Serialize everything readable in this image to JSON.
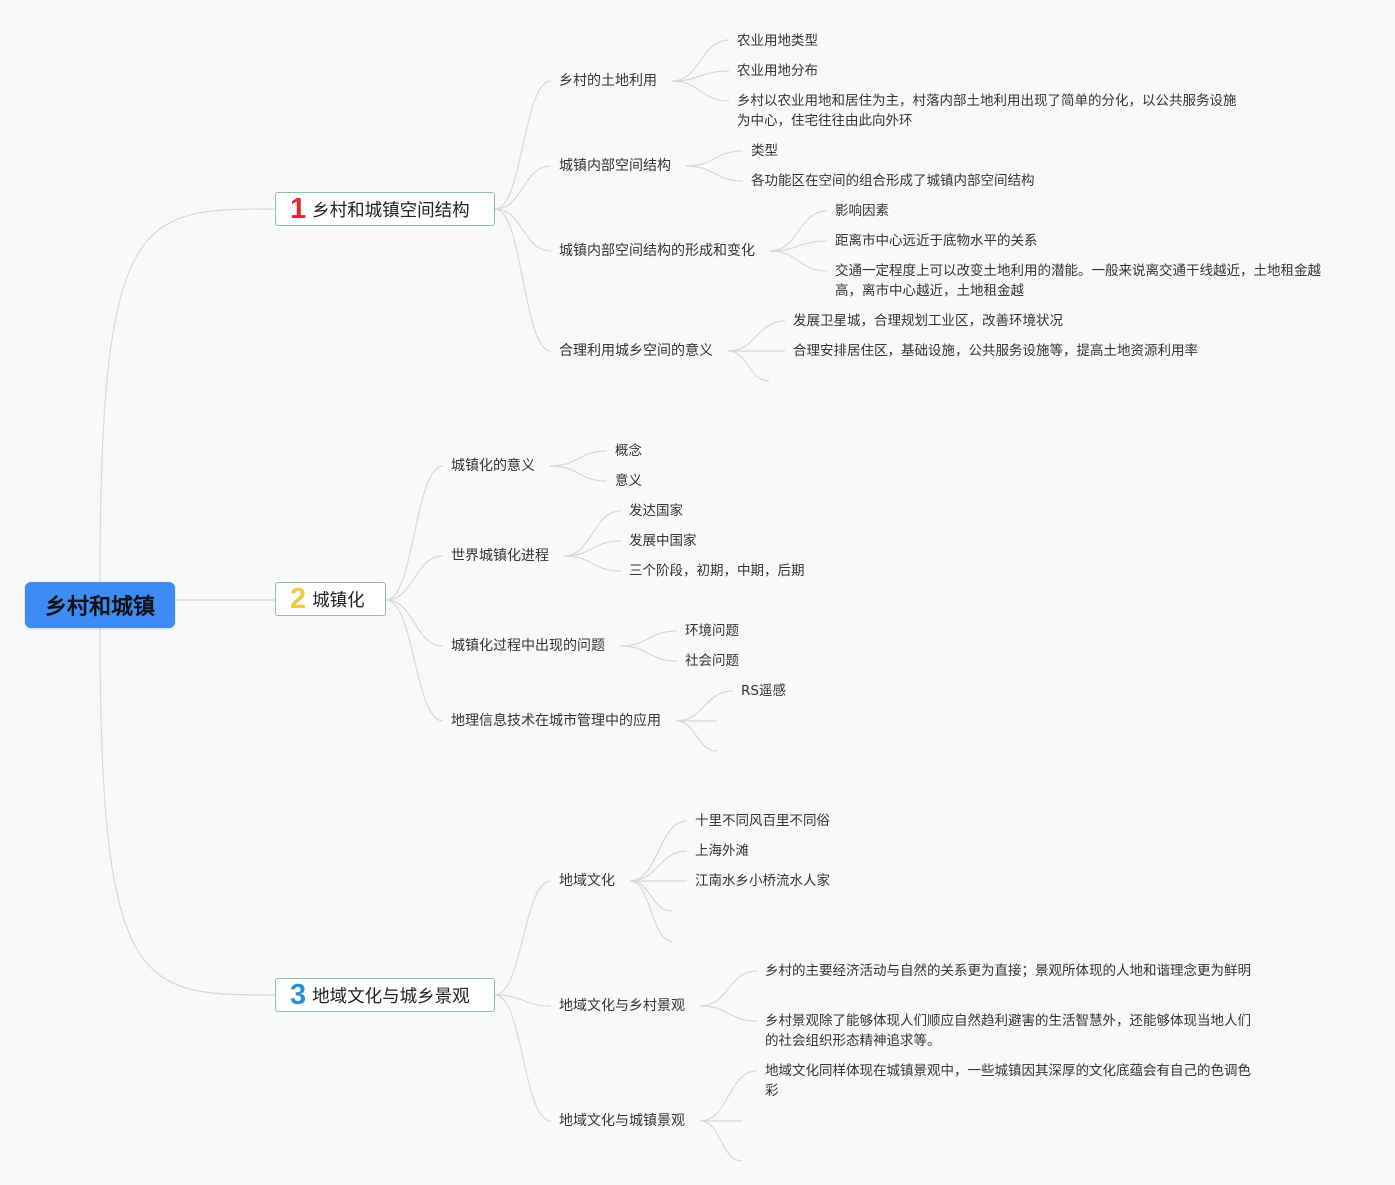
{
  "root": {
    "label": "乡村和城镇",
    "color": "#3d8cf5"
  },
  "branch_colors": {
    "1": "#e8232d",
    "2": "#f3c93e",
    "3": "#2a8fd8"
  },
  "topics": [
    {
      "number": "1",
      "label": "乡村和城镇空间结构",
      "subtopics": [
        {
          "label": "乡村的土地利用",
          "items": [
            "农业用地类型",
            "农业用地分布",
            "乡村以农业用地和居住为主，村落内部土地利用出现了简单的分化，以公共服务设施为中心，住宅往往由此向外环"
          ]
        },
        {
          "label": "城镇内部空间结构",
          "items": [
            "类型",
            "各功能区在空间的组合形成了城镇内部空间结构"
          ]
        },
        {
          "label": "城镇内部空间结构的形成和变化",
          "items": [
            "影响因素",
            "距离市中心远近于底物水平的关系",
            "交通一定程度上可以改变土地利用的潜能。一般来说离交通干线越近，土地租金越高，离市中心越近，土地租金越"
          ]
        },
        {
          "label": "合理利用城乡空间的意义",
          "items": [
            "发展卫星城，合理规划工业区，改善环境状况",
            "合理安排居住区，基础设施，公共服务设施等，提高土地资源利用率"
          ]
        }
      ]
    },
    {
      "number": "2",
      "label": "城镇化",
      "subtopics": [
        {
          "label": "城镇化的意义",
          "items": [
            "概念",
            "意义"
          ]
        },
        {
          "label": "世界城镇化进程",
          "items": [
            "发达国家",
            "发展中国家",
            "三个阶段，初期，中期，后期"
          ]
        },
        {
          "label": "城镇化过程中出现的问题",
          "items": [
            "环境问题",
            "社会问题"
          ]
        },
        {
          "label": "地理信息技术在城市管理中的应用",
          "items": [
            "RS遥感"
          ]
        }
      ]
    },
    {
      "number": "3",
      "label": "地域文化与城乡景观",
      "subtopics": [
        {
          "label": "地域文化",
          "items": [
            "十里不同风百里不同俗",
            "上海外滩",
            "江南水乡小桥流水人家"
          ]
        },
        {
          "label": "地域文化与乡村景观",
          "items": [
            "乡村的主要经济活动与自然的关系更为直接；景观所体现的人地和谐理念更为鲜明",
            "乡村景观除了能够体现人们顺应自然趋利避害的生活智慧外，还能够体现当地人们的社会组织形态精神追求等。"
          ]
        },
        {
          "label": "地域文化与城镇景观",
          "items": [
            "地域文化同样体现在城镇景观中，一些城镇因其深厚的文化底蕴会有自己的色调色彩"
          ]
        }
      ]
    }
  ]
}
